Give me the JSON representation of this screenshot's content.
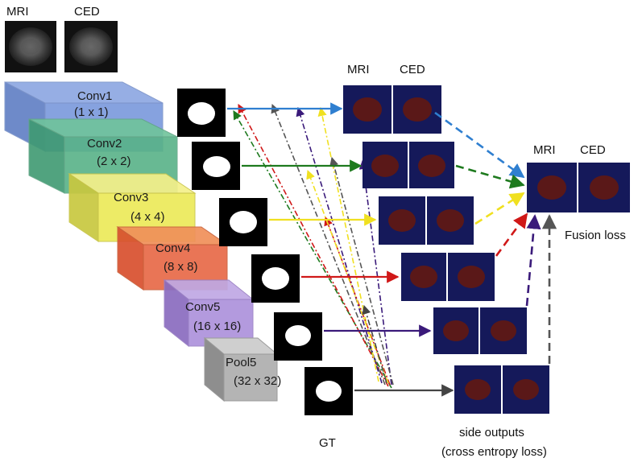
{
  "header_inputs": {
    "mri": "MRI",
    "ced": "CED"
  },
  "blocks": [
    {
      "name": "Conv1",
      "size": "(1 x 1)",
      "color": "#6e8fd6"
    },
    {
      "name": "Conv2",
      "size": "(2 x 2)",
      "color": "#53b38a"
    },
    {
      "name": "Conv3",
      "size": "(4 x 4)",
      "color": "#f0ec4e"
    },
    {
      "name": "Conv4",
      "size": "(8 x 8)",
      "color": "#ea5a3d"
    },
    {
      "name": "Conv5",
      "size": "(16 x 16)",
      "color": "#a98bd8"
    },
    {
      "name": "Pool5",
      "size": "(32 x 32)",
      "color": "#a8a8a8"
    }
  ],
  "side_header": {
    "mri": "MRI",
    "ced": "CED"
  },
  "fusion_header": {
    "mri": "MRI",
    "ced": "CED"
  },
  "fusion_label": "Fusion loss",
  "gt_label": "GT",
  "side_outputs_label": [
    "side outputs",
    "(cross entropy loss)"
  ],
  "arrow_colors": [
    "#2f7fd0",
    "#1e7a1e",
    "#f0e020",
    "#d01818",
    "#3a1a7a",
    "#444444"
  ]
}
